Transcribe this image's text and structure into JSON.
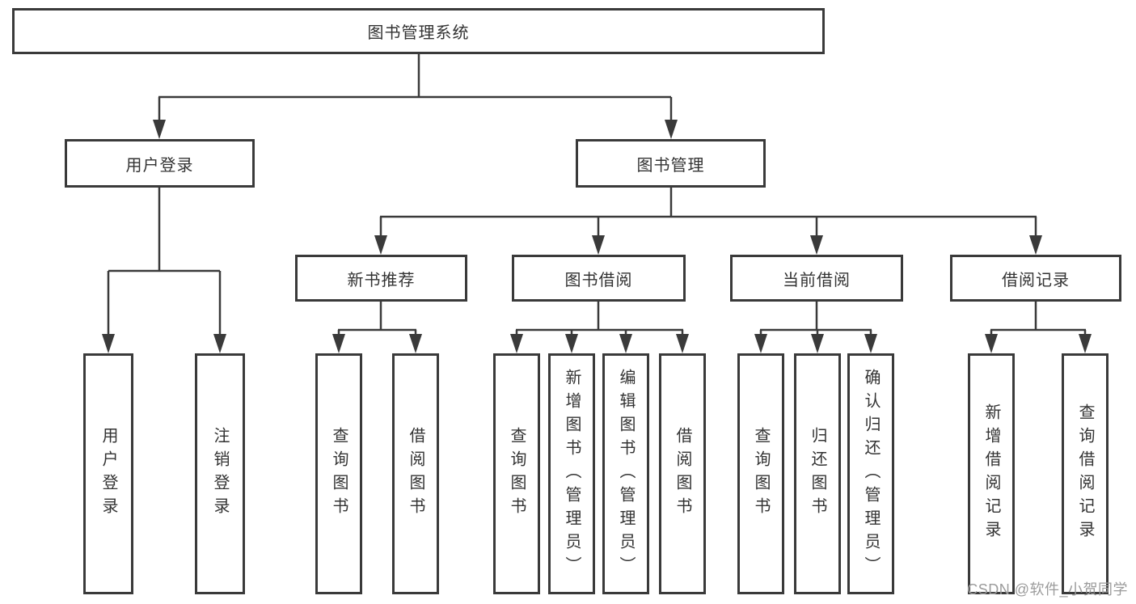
{
  "tree": {
    "root": {
      "label": "图书管理系统"
    },
    "branches": [
      {
        "label": "用户登录",
        "children": [
          {
            "label": "用户登录"
          },
          {
            "label": "注销登录"
          }
        ]
      },
      {
        "label": "图书管理",
        "children": [
          {
            "label": "新书推荐",
            "children": [
              {
                "label": "查询图书"
              },
              {
                "label": "借阅图书"
              }
            ]
          },
          {
            "label": "图书借阅",
            "children": [
              {
                "label": "查询图书"
              },
              {
                "label": "新增图书（管理员）"
              },
              {
                "label": "编辑图书（管理员）"
              },
              {
                "label": "借阅图书"
              }
            ]
          },
          {
            "label": "当前借阅",
            "children": [
              {
                "label": "查询图书"
              },
              {
                "label": "归还图书"
              },
              {
                "label": "确认归还（管理员）"
              }
            ]
          },
          {
            "label": "借阅记录",
            "children": [
              {
                "label": "新增借阅记录"
              },
              {
                "label": "查询借阅记录"
              }
            ]
          }
        ]
      }
    ]
  },
  "watermark": {
    "text": "CSDN @软件_小贺同学"
  },
  "colors": {
    "line": "#3a3a3a",
    "text": "#333333",
    "watermark": "#9b9b9b",
    "background": "#ffffff"
  }
}
